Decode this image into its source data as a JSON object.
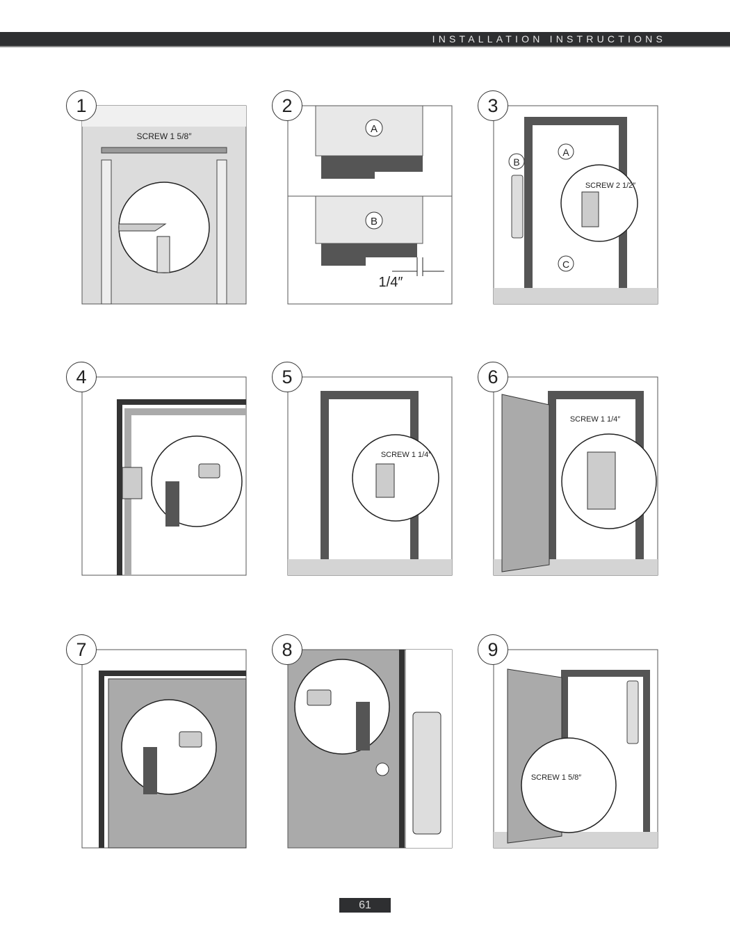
{
  "header": {
    "title": "INSTALLATION INSTRUCTIONS"
  },
  "steps": [
    {
      "number": "1",
      "label": "SCREW 1 5/8″"
    },
    {
      "number": "2",
      "label_a": "A",
      "label_b": "B",
      "measure": "1/4″"
    },
    {
      "number": "3",
      "label_a": "A",
      "label_b": "B",
      "label_c": "C",
      "label": "SCREW 2 1/2″"
    },
    {
      "number": "4"
    },
    {
      "number": "5",
      "label": "SCREW 1 1/4″"
    },
    {
      "number": "6",
      "label": "SCREW 1 1/4″"
    },
    {
      "number": "7"
    },
    {
      "number": "8"
    },
    {
      "number": "9",
      "label": "SCREW 1 5/8″"
    }
  ],
  "footer": {
    "page_number": "61"
  }
}
